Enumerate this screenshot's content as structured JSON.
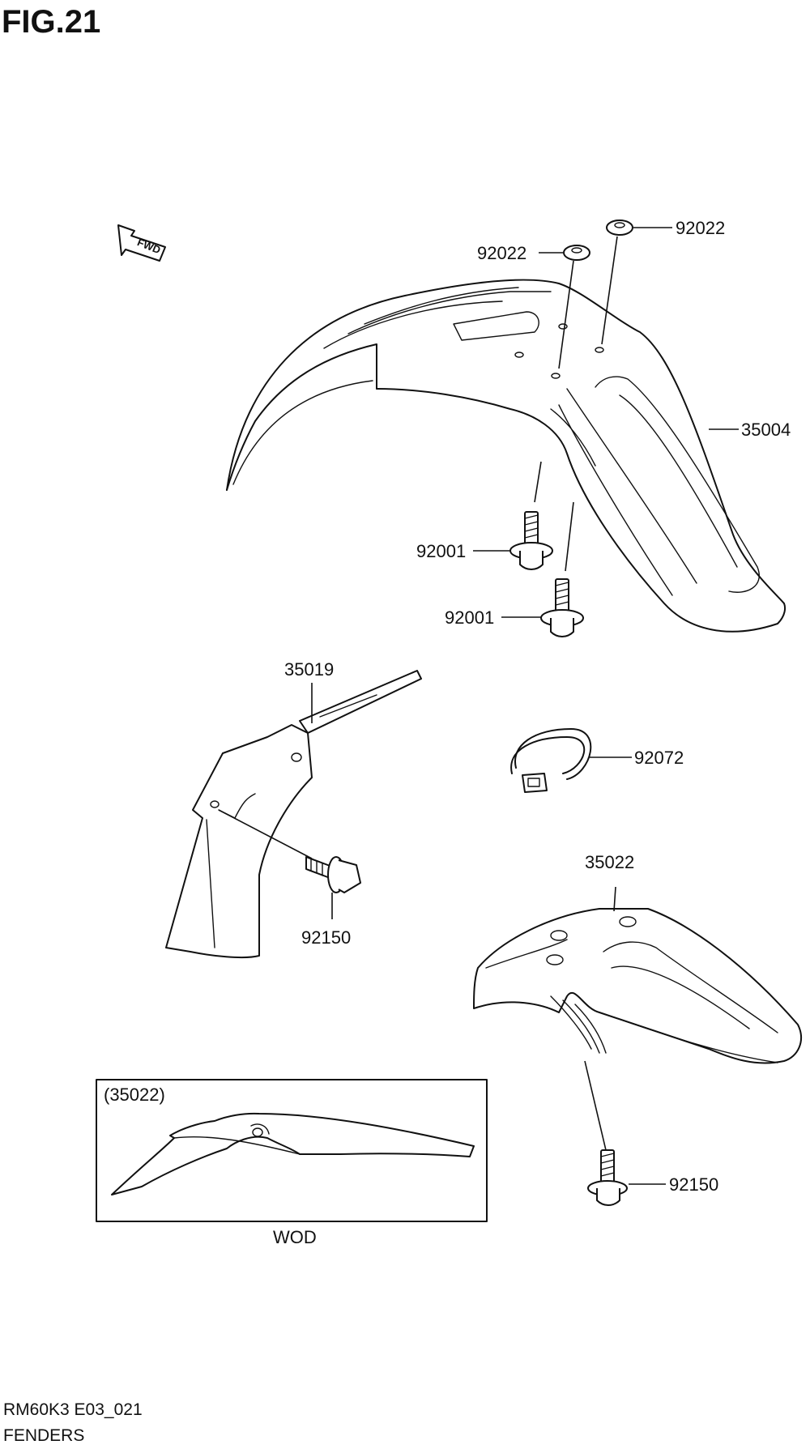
{
  "figure_title": "FIG.21",
  "direction_marker": "FWD",
  "parts": [
    {
      "id": "washer-upper-left",
      "number": "92022"
    },
    {
      "id": "washer-upper-right",
      "number": "92022"
    },
    {
      "id": "front-fender",
      "number": "35004"
    },
    {
      "id": "screw-upper",
      "number": "92001"
    },
    {
      "id": "screw-lower",
      "number": "92001"
    },
    {
      "id": "rear-fender-bracket",
      "number": "35019"
    },
    {
      "id": "clamp-band",
      "number": "92072"
    },
    {
      "id": "bracket-bolt",
      "number": "92150"
    },
    {
      "id": "rear-fender",
      "number": "35022"
    },
    {
      "id": "rear-fender-bolt",
      "number": "92150"
    }
  ],
  "inset": {
    "ref_label": "(35022)",
    "caption": "WOD"
  },
  "footer": {
    "code": "RM60K3 E03_021",
    "section": "FENDERS"
  }
}
